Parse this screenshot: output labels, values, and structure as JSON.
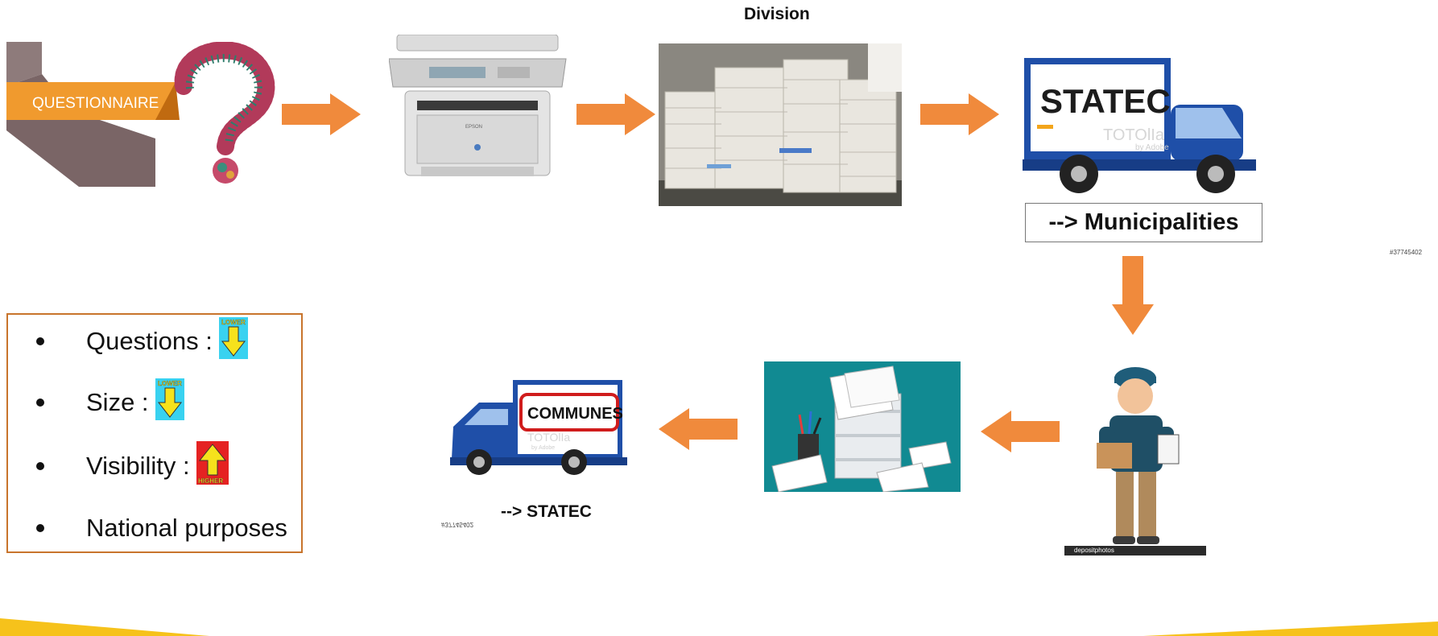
{
  "questionnaire": {
    "banner_text": "QUESTIONNAIRE"
  },
  "division": {
    "label": "Division"
  },
  "truck_top": {
    "brand": "STATEC",
    "watermark": "TOTOlIa",
    "by": "by Adobe",
    "stock_id": "#37745402"
  },
  "municipalities": {
    "label": "--> Municipalities"
  },
  "truck_bottom": {
    "sign": "COMMUNES",
    "watermark": "TOTOlIa",
    "by": "by Adobe",
    "stock_id": "#37745402"
  },
  "statec_dest": {
    "label": "--> STATEC"
  },
  "depositphotos": {
    "text": "depositphotos"
  },
  "bullets": {
    "items": [
      {
        "text": "Questions :",
        "indicator": "lower"
      },
      {
        "text": "Size :",
        "indicator": "lower"
      },
      {
        "text": "Visibility :",
        "indicator": "higher"
      },
      {
        "text": "National purposes",
        "indicator": ""
      }
    ],
    "lower_label": "LOWER",
    "higher_label": "HIGHER"
  },
  "colors": {
    "arrow": "#f08a3c",
    "truck": "#1f4fa8",
    "accent": "#f3a51b",
    "teal": "#118a92",
    "box_border": "#c8742c"
  }
}
